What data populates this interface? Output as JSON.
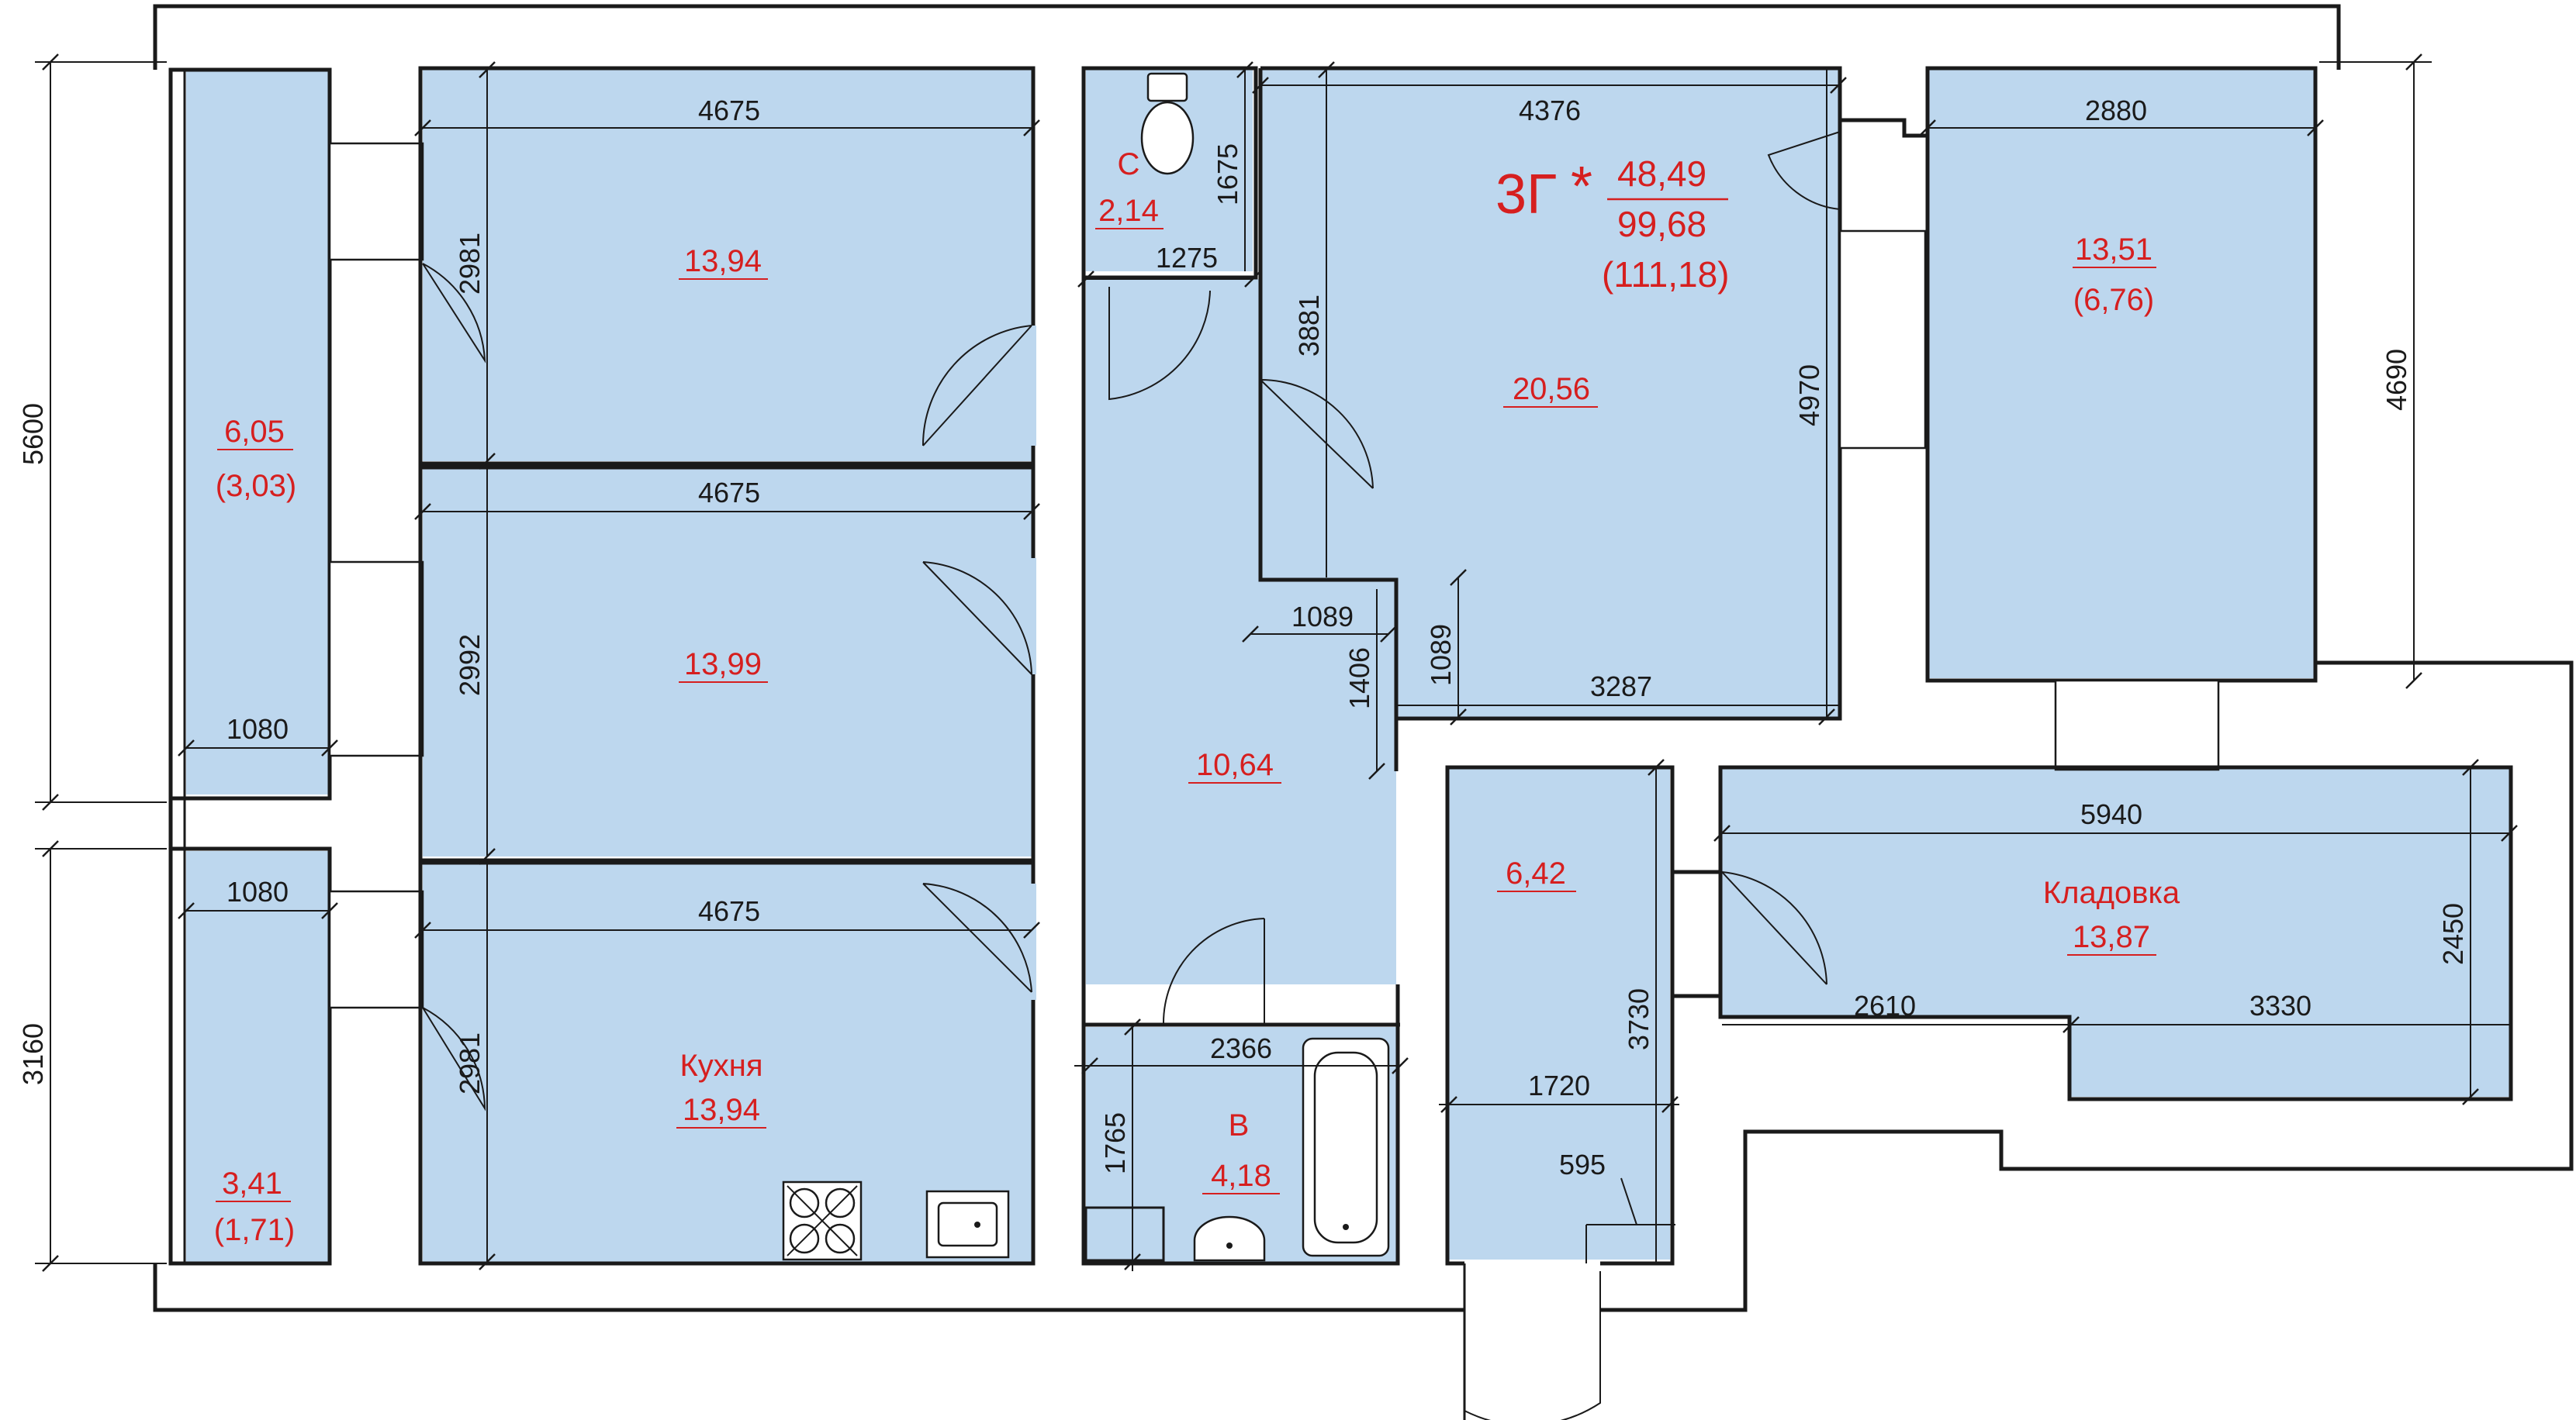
{
  "apartment": {
    "code": "3Г",
    "marker": "*",
    "living_area": "48,49",
    "total_area": "99,68",
    "total_with_balconies": "(111,18)"
  },
  "rooms": {
    "room1": {
      "area": "13,94"
    },
    "room2": {
      "area": "13,99"
    },
    "kitchen": {
      "name": "Кухня",
      "area": "13,94"
    },
    "living": {
      "area": "20,56"
    },
    "bedroom_right": {
      "area": "13,51",
      "sub": "(6,76)"
    },
    "balcony_top": {
      "area": "6,05",
      "sub": "(3,03)"
    },
    "balcony_bottom": {
      "area": "3,41",
      "sub": "(1,71)"
    },
    "hall": {
      "area": "10,64"
    },
    "toilet": {
      "name": "С",
      "area": "2,14"
    },
    "bath": {
      "name": "В",
      "area": "4,18"
    },
    "corridor": {
      "area": "6,42"
    },
    "storage": {
      "name": "Кладовка",
      "area": "13,87"
    }
  },
  "dimensions": {
    "left_total_top": "5600",
    "left_total_bottom": "3160",
    "right_total": "4690",
    "room1_w": "4675",
    "room1_h": "2981",
    "room2_w": "4675",
    "room2_h": "2992",
    "kitchen_w": "4675",
    "kitchen_h": "2981",
    "balcony_top_w": "1080",
    "balcony_bottom_w": "1080",
    "toilet_w": "1275",
    "toilet_h": "1675",
    "living_w": "4376",
    "living_h": "4970",
    "living_left_h": "3881",
    "living_notch_w": "1089",
    "living_notch_h": "1089",
    "living_bottom_w": "3287",
    "hall_notch_h": "1406",
    "bedroom_w": "2880",
    "bath_w": "2366",
    "bath_h": "1765",
    "corridor_w": "1720",
    "corridor_h": "3730",
    "corridor_small": "595",
    "storage_w": "5940",
    "storage_h": "2450",
    "storage_bottom_left": "2610",
    "storage_bottom_right": "3330"
  }
}
